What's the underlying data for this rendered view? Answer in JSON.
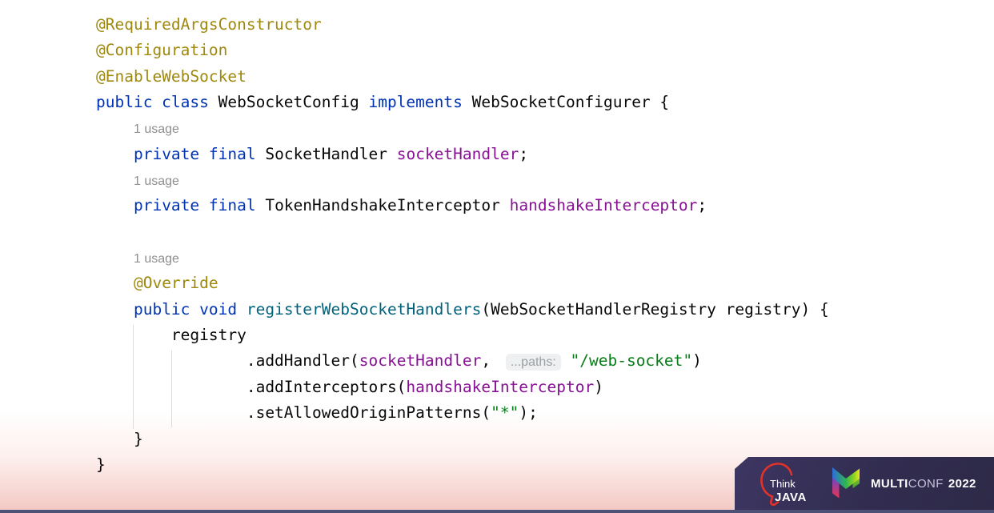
{
  "slide": {
    "background_top_color": "#ffffff",
    "background_bottom_pink": "#f2c6c2",
    "bottom_bar_color": "#4d5175",
    "badge_color": "#332e52"
  },
  "syntax_colors": {
    "annotation": "#9e880d",
    "keyword": "#0033b3",
    "plain": "#080808",
    "field": "#871094",
    "string": "#067d17",
    "method": "#00627a",
    "usage": "#8f8f8f",
    "hint": "#9aa0a3",
    "hint_bg": "#eef0f1",
    "indent_guide": "#dcdcdc"
  },
  "code": {
    "language": "java",
    "lines": [
      [
        {
          "t": "@RequiredArgsConstructor",
          "c": "annotation"
        }
      ],
      [
        {
          "t": "@Configuration",
          "c": "annotation"
        }
      ],
      [
        {
          "t": "@EnableWebSocket",
          "c": "annotation"
        }
      ],
      [
        {
          "t": "public class ",
          "c": "keyword"
        },
        {
          "t": "WebSocketConfig ",
          "c": "plain"
        },
        {
          "t": "implements ",
          "c": "keyword"
        },
        {
          "t": "WebSocketConfigurer {",
          "c": "plain"
        }
      ],
      [
        {
          "t": "    ",
          "c": "plain"
        },
        {
          "t": "1 usage",
          "c": "usage"
        }
      ],
      [
        {
          "t": "    ",
          "c": "plain"
        },
        {
          "t": "private final ",
          "c": "keyword"
        },
        {
          "t": "SocketHandler ",
          "c": "plain"
        },
        {
          "t": "socketHandler",
          "c": "field"
        },
        {
          "t": ";",
          "c": "plain"
        }
      ],
      [
        {
          "t": "    ",
          "c": "plain"
        },
        {
          "t": "1 usage",
          "c": "usage"
        }
      ],
      [
        {
          "t": "    ",
          "c": "plain"
        },
        {
          "t": "private final ",
          "c": "keyword"
        },
        {
          "t": "TokenHandshakeInterceptor ",
          "c": "plain"
        },
        {
          "t": "handshakeInterceptor",
          "c": "field"
        },
        {
          "t": ";",
          "c": "plain"
        }
      ],
      [],
      [
        {
          "t": "    ",
          "c": "plain"
        },
        {
          "t": "1 usage",
          "c": "usage"
        }
      ],
      [
        {
          "t": "    ",
          "c": "plain"
        },
        {
          "t": "@Override",
          "c": "annotation"
        }
      ],
      [
        {
          "t": "    ",
          "c": "plain"
        },
        {
          "t": "public void ",
          "c": "keyword"
        },
        {
          "t": "registerWebSocketHandlers",
          "c": "method"
        },
        {
          "t": "(WebSocketHandlerRegistry registry) {",
          "c": "plain"
        }
      ],
      [
        {
          "t": "        registry",
          "c": "plain"
        }
      ],
      [
        {
          "t": "                .addHandler(",
          "c": "plain"
        },
        {
          "t": "socketHandler",
          "c": "field"
        },
        {
          "t": ", ",
          "c": "plain"
        },
        {
          "t": "...paths:",
          "c": "hint"
        },
        {
          "t": " ",
          "c": "plain"
        },
        {
          "t": "\"/web-socket\"",
          "c": "string"
        },
        {
          "t": ")",
          "c": "plain"
        }
      ],
      [
        {
          "t": "                .addInterceptors(",
          "c": "plain"
        },
        {
          "t": "handshakeInterceptor",
          "c": "field"
        },
        {
          "t": ")",
          "c": "plain"
        }
      ],
      [
        {
          "t": "                .setAllowedOriginPatterns(",
          "c": "plain"
        },
        {
          "t": "\"*\"",
          "c": "string"
        },
        {
          "t": ");",
          "c": "plain"
        }
      ],
      [
        {
          "t": "    }",
          "c": "plain"
        }
      ],
      [
        {
          "t": "}",
          "c": "plain"
        }
      ]
    ]
  },
  "footer": {
    "thinkjava": {
      "line1": "Think",
      "line2": "JAVA",
      "accent_red": "#e23229"
    },
    "multiconf": {
      "multi": "MULTI",
      "conf": "CONF",
      "year": "2022"
    }
  }
}
